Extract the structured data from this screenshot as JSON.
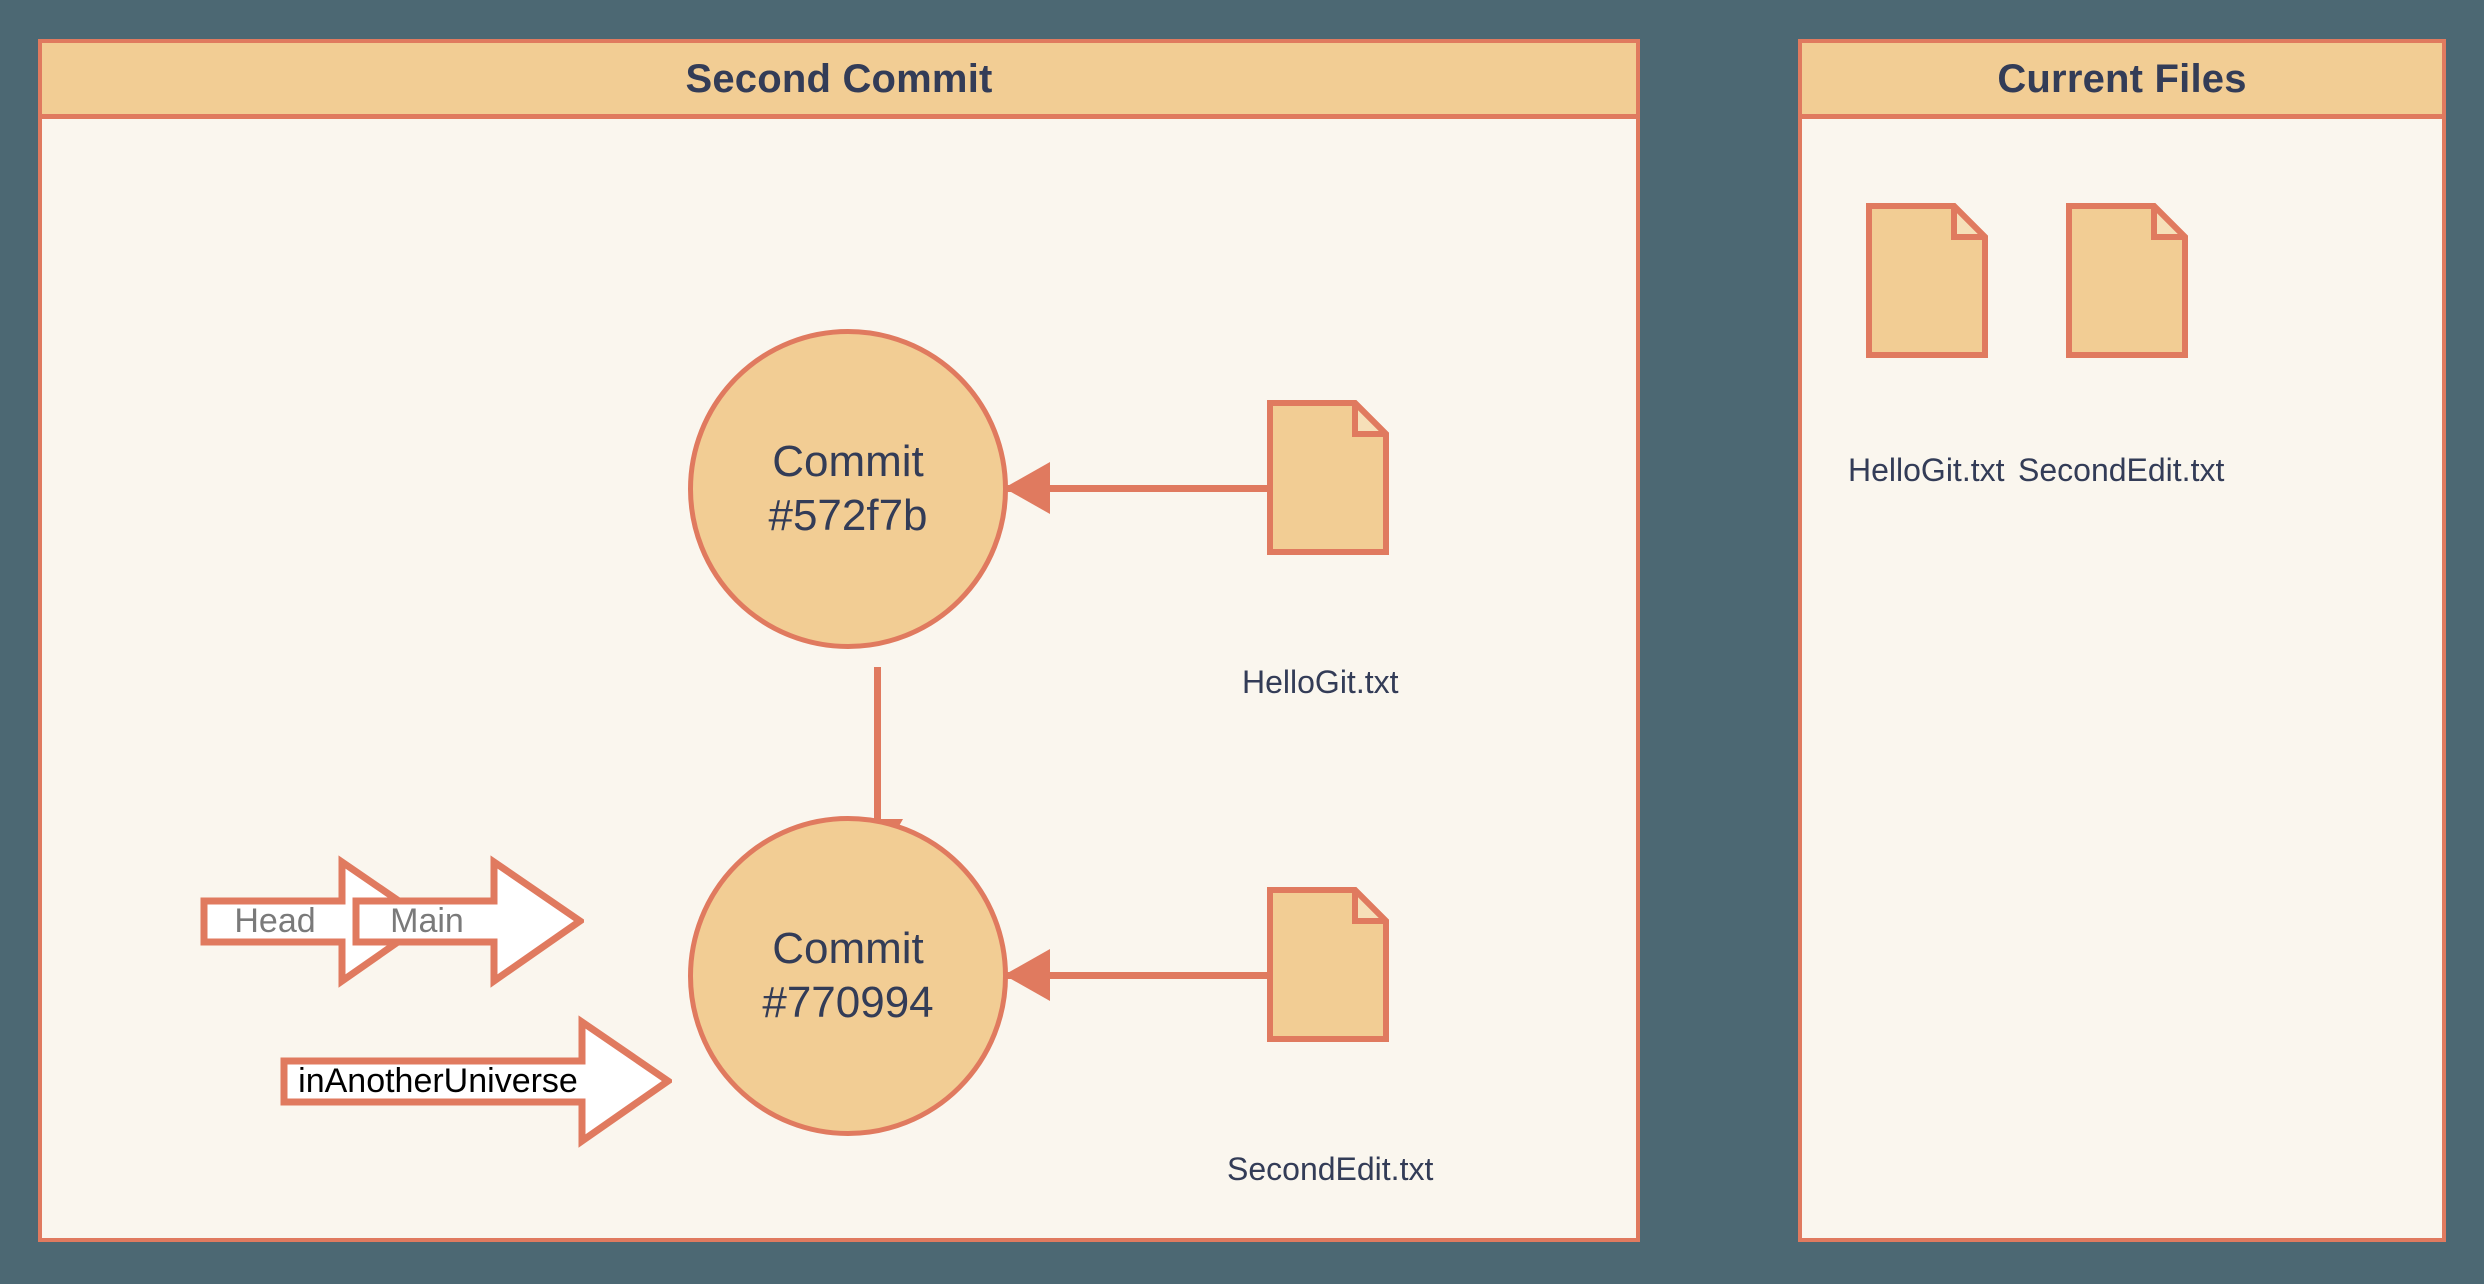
{
  "canvas": {
    "background_color": "#4c6873",
    "accent_color": "#e07a5f",
    "node_fill_color": "#f2cd94",
    "panel_fill_color": "#faf6ee",
    "text_color": "#333c57"
  },
  "panels": [
    {
      "id": "commit-panel",
      "title": "Second Commit"
    },
    {
      "id": "files-panel",
      "title": "Current Files"
    }
  ],
  "commit_panel": {
    "commits": [
      {
        "id": "commit-top",
        "label_line1": "Commit",
        "label_line2": "#572f7b"
      },
      {
        "id": "commit-bottom",
        "label_line1": "Commit",
        "label_line2": "#770994"
      }
    ],
    "files": [
      {
        "id": "file-hellogit",
        "name": "HelloGit.txt"
      },
      {
        "id": "file-secondedit",
        "name": "SecondEdit.txt"
      }
    ],
    "refs": [
      {
        "id": "ref-head",
        "label": "Head",
        "text_color": "#7a7a7a"
      },
      {
        "id": "ref-main",
        "label": "Main",
        "text_color": "#7a7a7a"
      },
      {
        "id": "ref-inanotheruniverse",
        "label": "inAnotherUniverse",
        "text_color": "#000000"
      }
    ]
  },
  "files_panel": {
    "files": [
      {
        "id": "current-file-hellogit",
        "name": "HelloGit.txt"
      },
      {
        "id": "current-file-secondedit",
        "name": "SecondEdit.txt"
      }
    ]
  }
}
